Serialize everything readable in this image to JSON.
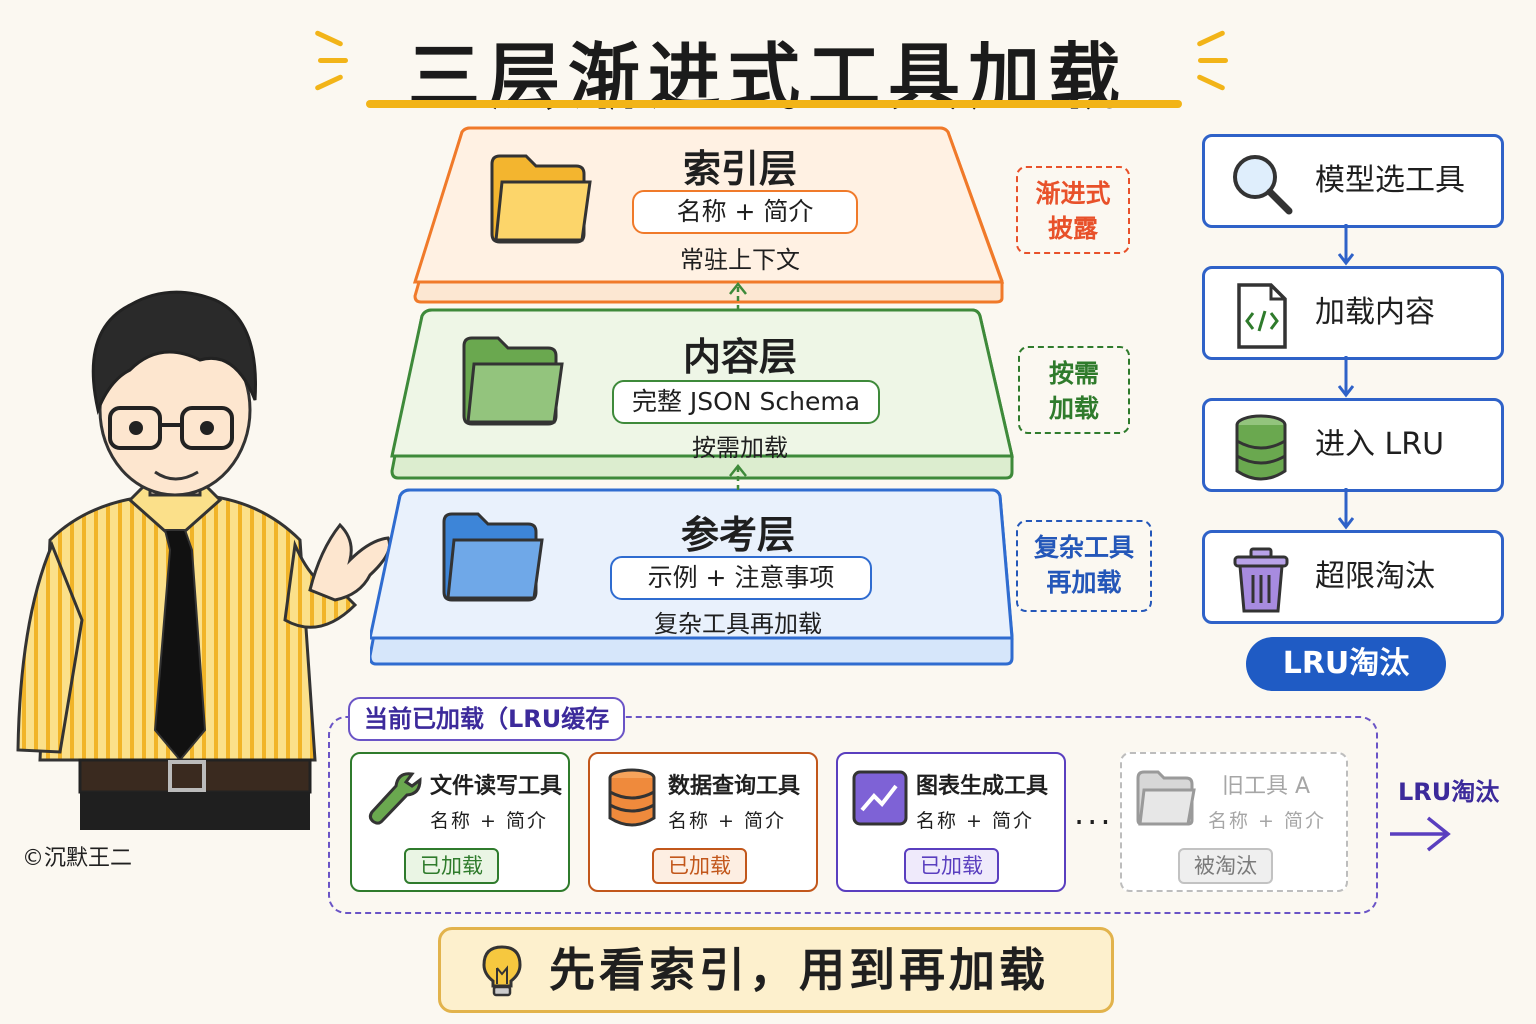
{
  "title": "三层渐进式工具加载",
  "layers": [
    {
      "title": "索引层",
      "pill": "名称 + 简介",
      "sub": "常驻上下文",
      "tag": [
        "渐进式",
        "披露"
      ],
      "color": "#f07a2a",
      "fill": "#fff1e3",
      "tag_color": "#e8512a",
      "icon": "folder-yellow-icon"
    },
    {
      "title": "内容层",
      "pill": "完整 JSON Schema",
      "sub": "按需加载",
      "tag": [
        "按需",
        "加载"
      ],
      "color": "#3e8a3a",
      "fill": "#eef6e6",
      "tag_color": "#2f7b2c",
      "icon": "folder-green-icon"
    },
    {
      "title": "参考层",
      "pill": "示例 + 注意事项",
      "sub": "复杂工具再加载",
      "tag": [
        "复杂工具",
        "再加载"
      ],
      "color": "#2f6cd0",
      "fill": "#e9f1fc",
      "tag_color": "#2457b9",
      "icon": "folder-blue-icon"
    }
  ],
  "flow": {
    "steps": [
      {
        "label": "模型选工具",
        "icon": "magnifier-icon"
      },
      {
        "label": "加载内容",
        "icon": "code-file-icon"
      },
      {
        "label": "进入 LRU",
        "icon": "database-icon"
      },
      {
        "label": "超限淘汰",
        "icon": "trash-icon"
      }
    ],
    "badge": "LRU淘汰",
    "color": "#2f62c8"
  },
  "cache": {
    "label": "当前已加载（LRU缓存",
    "cards": [
      {
        "name": "文件读写工具",
        "desc": "名称 + 简介",
        "status": "已加载",
        "color": "#2f7b2c",
        "icon": "wrench-icon"
      },
      {
        "name": "数据查询工具",
        "desc": "名称 + 简介",
        "status": "已加载",
        "color": "#c2571b",
        "icon": "database-orange-icon"
      },
      {
        "name": "图表生成工具",
        "desc": "名称 + 简介",
        "status": "已加载",
        "color": "#5a3fbf",
        "icon": "chart-icon"
      },
      {
        "name": "旧工具 A",
        "desc": "名称 + 简介",
        "status": "被淘汰",
        "color": "#b9b9b9",
        "icon": "folder-gray-icon"
      }
    ],
    "ellipsis": "...",
    "evict_label": "LRU淘汰"
  },
  "tip": "先看索引，用到再加载",
  "credit": "©沉默王二"
}
